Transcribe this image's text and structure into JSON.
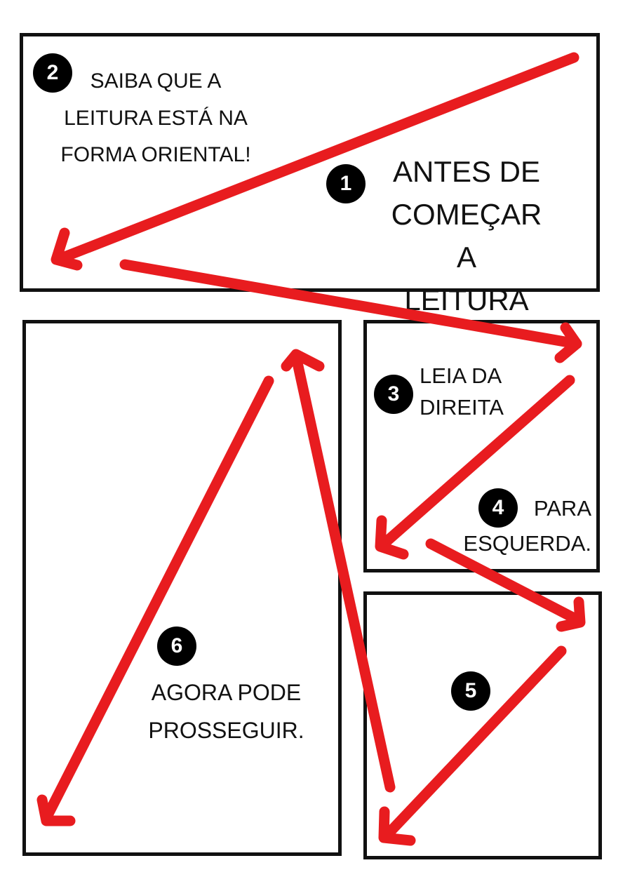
{
  "colors": {
    "arrow": "#e81c1f",
    "border": "#111111",
    "badge": "#000000"
  },
  "steps": [
    {
      "number": "1",
      "text": "ANTES DE\nCOMEÇAR A\nLEITURA"
    },
    {
      "number": "2",
      "text": "SAIBA QUE A\nLEITURA ESTÁ NA\nFORMA ORIENTAL!"
    },
    {
      "number": "3",
      "text": "LEIA DA\nDIREITA"
    },
    {
      "number": "4",
      "text": "PARA\nESQUERDA."
    },
    {
      "number": "5",
      "text": ""
    },
    {
      "number": "6",
      "text": "AGORA PODE\nPROSSEGUIR."
    }
  ]
}
